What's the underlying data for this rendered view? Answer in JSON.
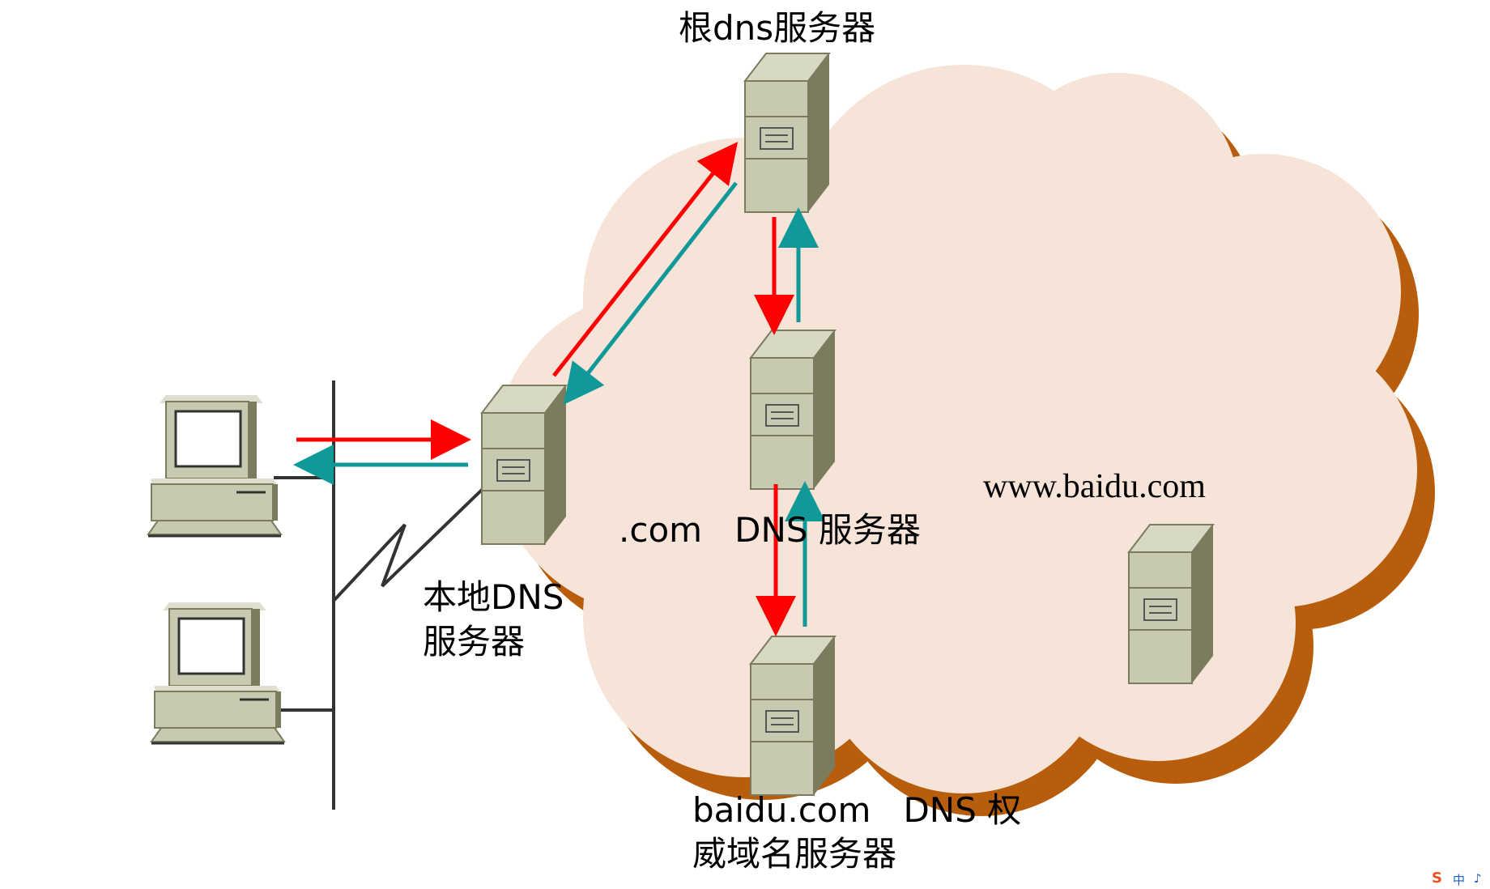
{
  "labels": {
    "root_server": "根dns服务器",
    "com_server": ".com   DNS 服务器",
    "local_line1": "本地DNS",
    "local_line2": "服务器",
    "baidu_auth_line1": "baidu.com   DNS 权",
    "baidu_auth_line2": "威域名服务器",
    "baidu_host": "www.baidu.com"
  },
  "ime": {
    "logo": "S",
    "mode": "中",
    "punct": "♪"
  },
  "colors": {
    "cloud_fill": "#f7e4d8",
    "cloud_shadow": "#b85d0c",
    "query_arrow": "#ff0000",
    "response_arrow": "#119999",
    "server_front": "#c8c9b1",
    "server_side": "#7b7b5e",
    "server_top": "#d8d9c4",
    "line": "#333333"
  },
  "icons": [
    "server-icon",
    "computer-icon",
    "network-bus-icon",
    "wan-link-icon"
  ]
}
